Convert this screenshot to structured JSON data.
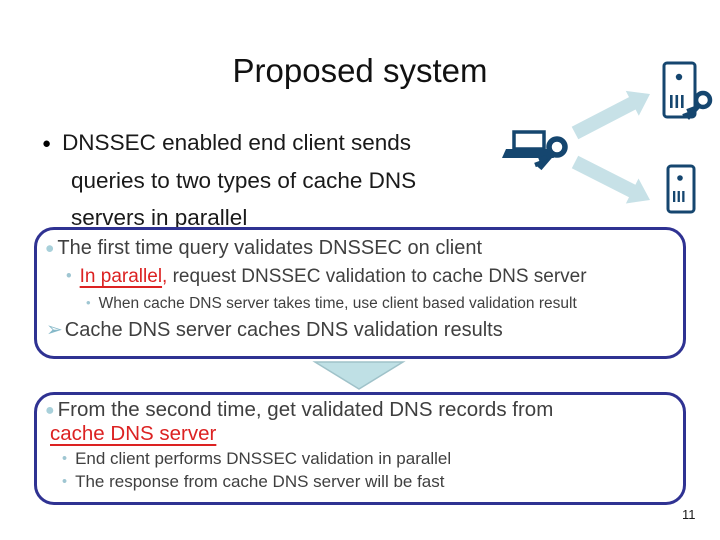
{
  "slide": {
    "title": "Proposed system",
    "page_number": "11"
  },
  "main_bullet": {
    "marker": "●",
    "lines": [
      "DNSSEC enabled end client sends",
      "queries to two types of cache DNS",
      "servers in parallel"
    ]
  },
  "box1": {
    "marker_l1": "●",
    "l1": "The first time query validates DNSSEC on client",
    "marker_l2": "•",
    "l2_red": "In parallel",
    "l2_comma": ",",
    "l2_rest": " request DNSSEC validation to cache DNS server",
    "marker_l3": "•",
    "l3": "When cache DNS server takes time, use client based validation result",
    "marker_l4": "➢",
    "l4": "Cache DNS server caches DNS validation results"
  },
  "box2": {
    "marker_l1": "●",
    "l1": "From the second time, get validated DNS records from",
    "l2_red": "cache DNS server",
    "marker_l3": "•",
    "l3": "End client performs DNSSEC validation in parallel",
    "marker_l4": "•",
    "l4": "The response from cache DNS server will be fast"
  },
  "icons": {
    "client": "laptop-key-icon",
    "validating_server": "server-key-icon",
    "plain_server": "server-icon",
    "flow_up": "arrow-up-right-icon",
    "flow_down": "arrow-down-right-icon",
    "between_boxes": "down-triangle-icon"
  },
  "colors": {
    "box_border": "#2F3292",
    "body_text": "#3F3F3F",
    "emphasis_red": "#DC2222",
    "icon_navy": "#15466F",
    "arrow_fill": "#C7E1E7",
    "bullet_teal": "#A8D0DA"
  }
}
